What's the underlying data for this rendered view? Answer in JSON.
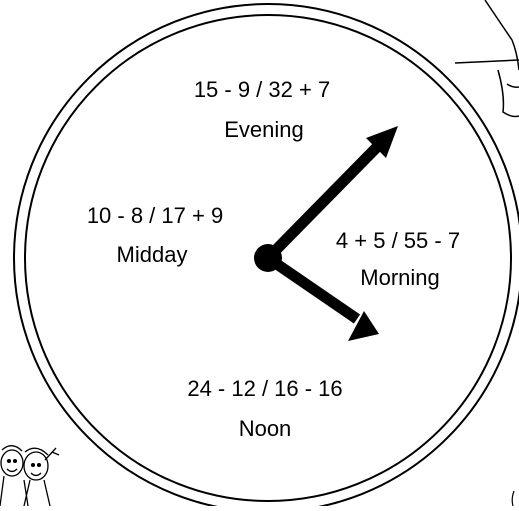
{
  "sections": [
    {
      "equation": "15 - 9  /  32 + 7",
      "label": "Evening"
    },
    {
      "equation": "10 - 8  /  17 + 9",
      "label": "Midday"
    },
    {
      "equation": "4 + 5  /  55 - 7",
      "label": "Morning"
    },
    {
      "equation": "24 - 12  /  16 - 16",
      "label": "Noon"
    }
  ],
  "colors": {
    "ink": "#000000",
    "paper": "#ffffff"
  },
  "decorations": [
    "cartoon-figure-top-right",
    "cartoon-children-bottom-left"
  ]
}
